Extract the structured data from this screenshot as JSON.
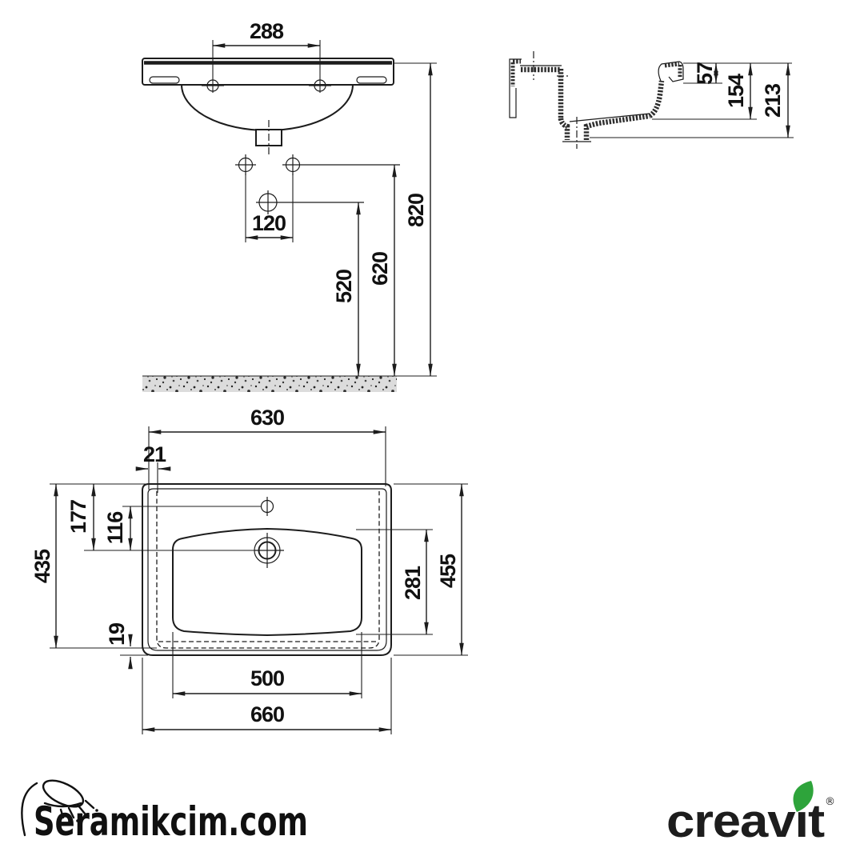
{
  "drawing": {
    "front_view": {
      "faucet_hole_spacing": "288",
      "fixing_hole_spacing": "120",
      "drain_height": "520",
      "fixing_hole_height": "620",
      "rim_height": "820"
    },
    "side_view": {
      "rim_to_overflow": "57",
      "rim_to_basin_bottom": "154",
      "overall_height": "213"
    },
    "plan_view": {
      "back_ledge_width": "630",
      "back_rim_offset": "21",
      "drain_to_back_edge": "177",
      "faucet_to_drain": "116",
      "back_to_front_inner": "435",
      "front_rim_width": "19",
      "bowl_depth": "281",
      "overall_depth": "455",
      "bowl_width": "500",
      "overall_width": "660"
    }
  },
  "branding": {
    "site_logo_text": "Seramikcim.com",
    "brand_wordmark": "creavıt",
    "registered_mark": "®"
  },
  "colors": {
    "line": "#1c1c1c",
    "leaf_green": "#2EA43B",
    "floor_fill": "#dcdcdc"
  }
}
